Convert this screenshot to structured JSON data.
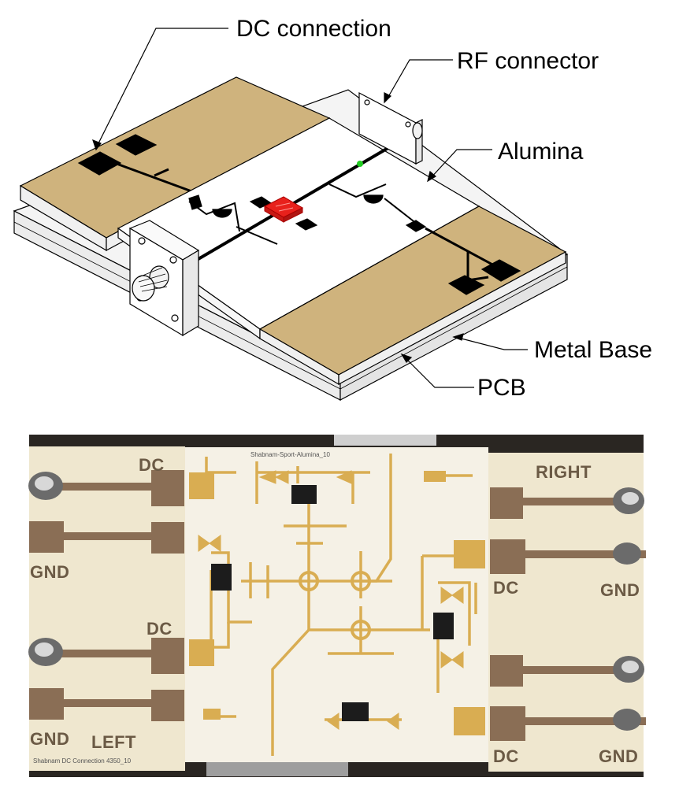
{
  "diagram": {
    "labels": {
      "dc_connection": "DC connection",
      "rf_connector": "RF connector",
      "alumina": "Alumina",
      "metal_base": "Metal Base",
      "pcb": "PCB"
    },
    "colors": {
      "pcb_gold": "#cfb37d",
      "alumina_white": "#ffffff",
      "metal_gray": "#f2f2f2",
      "chip_red": "#e8211c",
      "via_green": "#22cc22"
    }
  },
  "photo": {
    "labels": {
      "dc_left_top": "DC",
      "gnd_left_top": "GND",
      "dc_left_bottom": "DC",
      "gnd_left_bottom": "GND",
      "left": "LEFT",
      "right": "RIGHT",
      "dc_right_top": "DC",
      "gnd_right_top": "GND",
      "dc_right_bottom": "DC",
      "gnd_right_bottom": "GND",
      "alumina_marking": "Shabnam-Sport-Alumina_10",
      "pcb_marking": "Shabnam DC Connection 4350_10"
    },
    "colors": {
      "board_cream": "#efe7cf",
      "trace_gold": "#d9ad52",
      "background_dark": "#2a2622",
      "transistor_black": "#1c1c1c"
    }
  }
}
